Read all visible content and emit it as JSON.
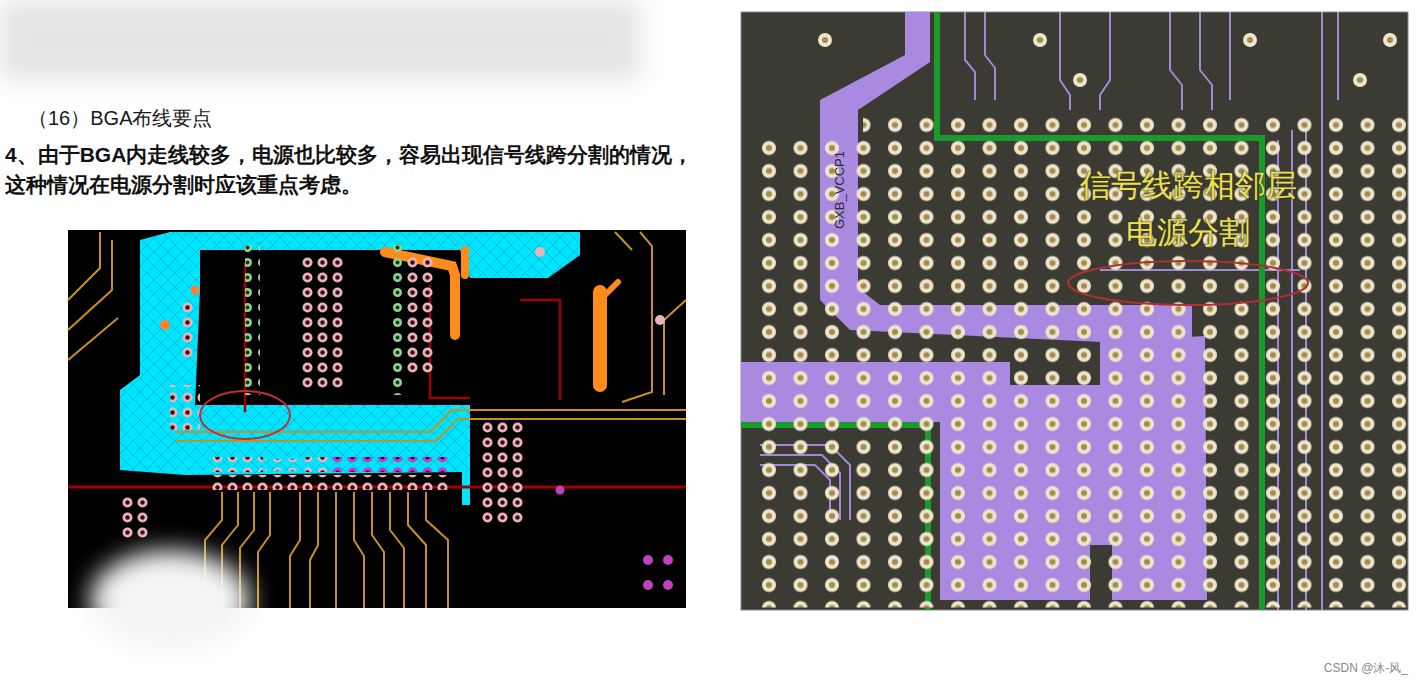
{
  "diagram": {
    "title": "（16）BGA布线要点",
    "labels": [
      "4、由于BGA内走线较多，电源也比较多，容易出现信号线跨分割的情况，这种情况在电源分割时应该重点考虑。",
      "GXB_VCCP1",
      "信号线跨相邻层 电源分割",
      "CSDN @沐-风_"
    ]
  }
}
